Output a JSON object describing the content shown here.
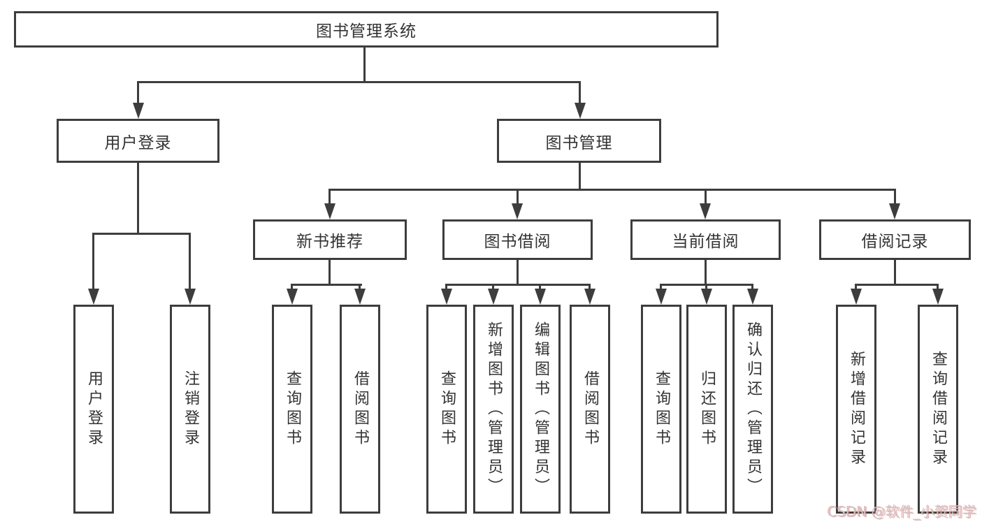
{
  "diagram": {
    "root": {
      "label": "图书管理系统"
    },
    "level2": [
      {
        "label": "用户登录"
      },
      {
        "label": "图书管理"
      }
    ],
    "level3": [
      {
        "label": "新书推荐",
        "parent": "图书管理"
      },
      {
        "label": "图书借阅",
        "parent": "图书管理"
      },
      {
        "label": "当前借阅",
        "parent": "图书管理"
      },
      {
        "label": "借阅记录",
        "parent": "图书管理"
      }
    ],
    "leaves": [
      {
        "label": "用户登录",
        "parent": "用户登录"
      },
      {
        "label": "注销登录",
        "parent": "用户登录"
      },
      {
        "label": "查询图书",
        "parent": "新书推荐"
      },
      {
        "label": "借阅图书",
        "parent": "新书推荐"
      },
      {
        "label": "查询图书",
        "parent": "图书借阅"
      },
      {
        "label": "新增图书（管理员）",
        "parent": "图书借阅"
      },
      {
        "label": "编辑图书（管理员）",
        "parent": "图书借阅"
      },
      {
        "label": "借阅图书",
        "parent": "图书借阅"
      },
      {
        "label": "查询图书",
        "parent": "当前借阅"
      },
      {
        "label": "归还图书",
        "parent": "当前借阅"
      },
      {
        "label": "确认归还（管理员）",
        "parent": "当前借阅"
      },
      {
        "label": "新增借阅记录",
        "parent": "借阅记录"
      },
      {
        "label": "查询借阅记录",
        "parent": "借阅记录"
      }
    ],
    "colors": {
      "line": "#3d3d3d",
      "text": "#333333",
      "background": "#ffffff",
      "watermark_text": "#c8c8c8",
      "watermark_shadow": "#f86e6e"
    }
  },
  "watermark": {
    "text": "CSDN @软件_小贺同学"
  }
}
